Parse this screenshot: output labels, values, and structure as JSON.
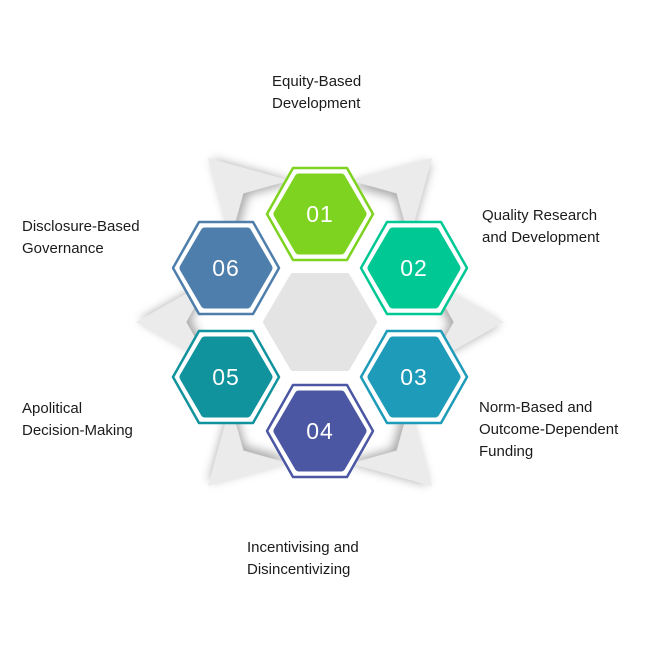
{
  "infographic": {
    "center_color": "#E4E4E4",
    "items": [
      {
        "number": "01",
        "label": "Equity-Based\nDevelopment",
        "color": "#7ED321"
      },
      {
        "number": "02",
        "label": "Quality Research\nand Development",
        "color": "#00C895"
      },
      {
        "number": "03",
        "label": "Norm-Based and\nOutcome-Dependent\nFunding",
        "color": "#1F9BBA"
      },
      {
        "number": "04",
        "label": "Incentivising and\nDisincentivizing",
        "color": "#4C57A4"
      },
      {
        "number": "05",
        "label": "Apolitical\nDecision-Making",
        "color": "#10939C"
      },
      {
        "number": "06",
        "label": "Disclosure-Based\nGovernance",
        "color": "#4E7EAC"
      }
    ]
  }
}
